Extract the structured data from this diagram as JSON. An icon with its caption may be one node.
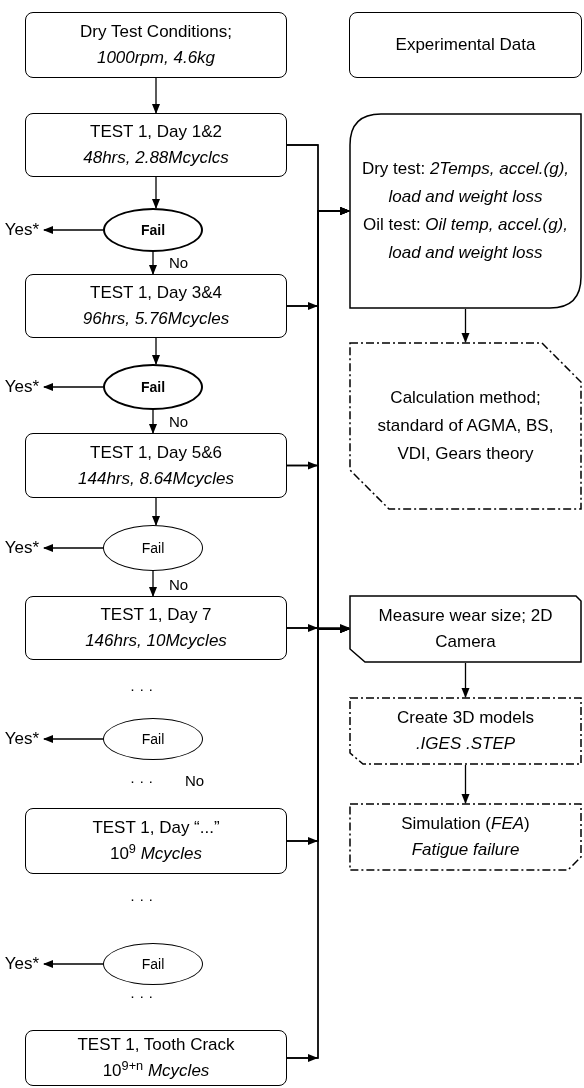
{
  "diagram": {
    "nodes": [
      {
        "text": [
          "Dry Test Conditions;",
          "1000rpm, 4.6kg"
        ]
      },
      {
        "text": [
          "Experimental Data"
        ]
      },
      {
        "text": [
          "TEST 1, Day 1&2",
          "48hrs, 2.88Mcyclcs"
        ]
      },
      {
        "text": [
          "Dry test: *2Temps, accel.(g), load and weight loss*",
          "Oil test: *Oil temp, accel.(g), load and weight loss*"
        ]
      },
      {
        "text": [
          "Yes*"
        ]
      },
      {
        "text": [
          "Fail"
        ]
      },
      {
        "text": [
          "TEST 1, Day 3&4",
          "96hrs, 5.76Mcycles"
        ]
      },
      {
        "text": [
          "Calculation method;",
          "standard of AGMA, BS, VDI, Gears theory"
        ]
      },
      {
        "text": [
          "Yes*"
        ]
      },
      {
        "text": [
          "Fail"
        ]
      },
      {
        "text": [
          "TEST 1, Day 5&6",
          "144hrs, 8.64Mcycles"
        ]
      },
      {
        "text": [
          "Yes*"
        ]
      },
      {
        "text": [
          "Fail"
        ]
      },
      {
        "text": [
          "Measure wear size; 2D Camera"
        ]
      },
      {
        "text": [
          "TEST 1, Day 7",
          "146hrs, 10Mcycles"
        ]
      },
      {
        "text": [
          "Create 3D models",
          ".IGES .STEP"
        ]
      },
      {
        "text": [
          "Yes*"
        ]
      },
      {
        "text": [
          "Fail"
        ]
      },
      {
        "text": [
          "Simulation (*FEA*)",
          "Fatigue failure"
        ]
      },
      {
        "text": [
          "TEST 1, Day “...”",
          "10$^{9}$ *Mcycles*"
        ]
      },
      {
        "text": [
          "Yes*"
        ]
      },
      {
        "text": [
          "Fail"
        ]
      },
      {
        "text": [
          "TEST 1, Tooth Crack",
          "10$^{9+n}$ *Mcycles*"
        ]
      }
    ],
    "edges": [
      {
        "from": 0,
        "to": 2,
        "arrow": "to"
      },
      {
        "from": 2,
        "to": 5,
        "arrow": "to"
      },
      {
        "from": 5,
        "to": 4,
        "arrow": "to"
      },
      {
        "from": 5,
        "to": 6,
        "arrow": "to",
        "label": "No"
      },
      {
        "from": 6,
        "to": 9,
        "arrow": "to"
      },
      {
        "from": 9,
        "to": 8,
        "arrow": "to"
      },
      {
        "from": 9,
        "to": 10,
        "arrow": "to",
        "label": "No"
      },
      {
        "from": 10,
        "to": 12,
        "arrow": "to"
      },
      {
        "from": 12,
        "to": 11,
        "arrow": "to"
      },
      {
        "from": 12,
        "to": 14,
        "arrow": "to",
        "label": "No"
      },
      {
        "from": 17,
        "to": 16,
        "arrow": "to"
      },
      {
        "from": 21,
        "to": 20,
        "arrow": "to"
      },
      {
        "from": 2,
        "to": 3,
        "arrow": "to"
      },
      {
        "from": 6,
        "to": 3,
        "arrow": "to"
      },
      {
        "from": 10,
        "to": 3,
        "arrow": "to"
      },
      {
        "from": 14,
        "to": 3,
        "arrow": "to"
      },
      {
        "from": 19,
        "to": 3,
        "arrow": "to"
      },
      {
        "from": 22,
        "to": 3,
        "arrow": "to"
      },
      {
        "from": 2,
        "to": 13,
        "arrow": "to"
      },
      {
        "from": 6,
        "to": 13,
        "arrow": "to"
      },
      {
        "from": 10,
        "to": 13,
        "arrow": "to"
      },
      {
        "from": 14,
        "to": 13,
        "arrow": "to"
      },
      {
        "from": 19,
        "to": 13,
        "arrow": "to"
      },
      {
        "from": 22,
        "to": 13,
        "arrow": "to"
      },
      {
        "from": 3,
        "to": 7,
        "arrow": "to"
      },
      {
        "from": 13,
        "to": 15,
        "arrow": "to"
      },
      {
        "from": 15,
        "to": 18,
        "arrow": "to"
      }
    ],
    "labels": [
      "· · ·",
      "· · ·",
      "No",
      "· · ·",
      "· · ·"
    ]
  }
}
